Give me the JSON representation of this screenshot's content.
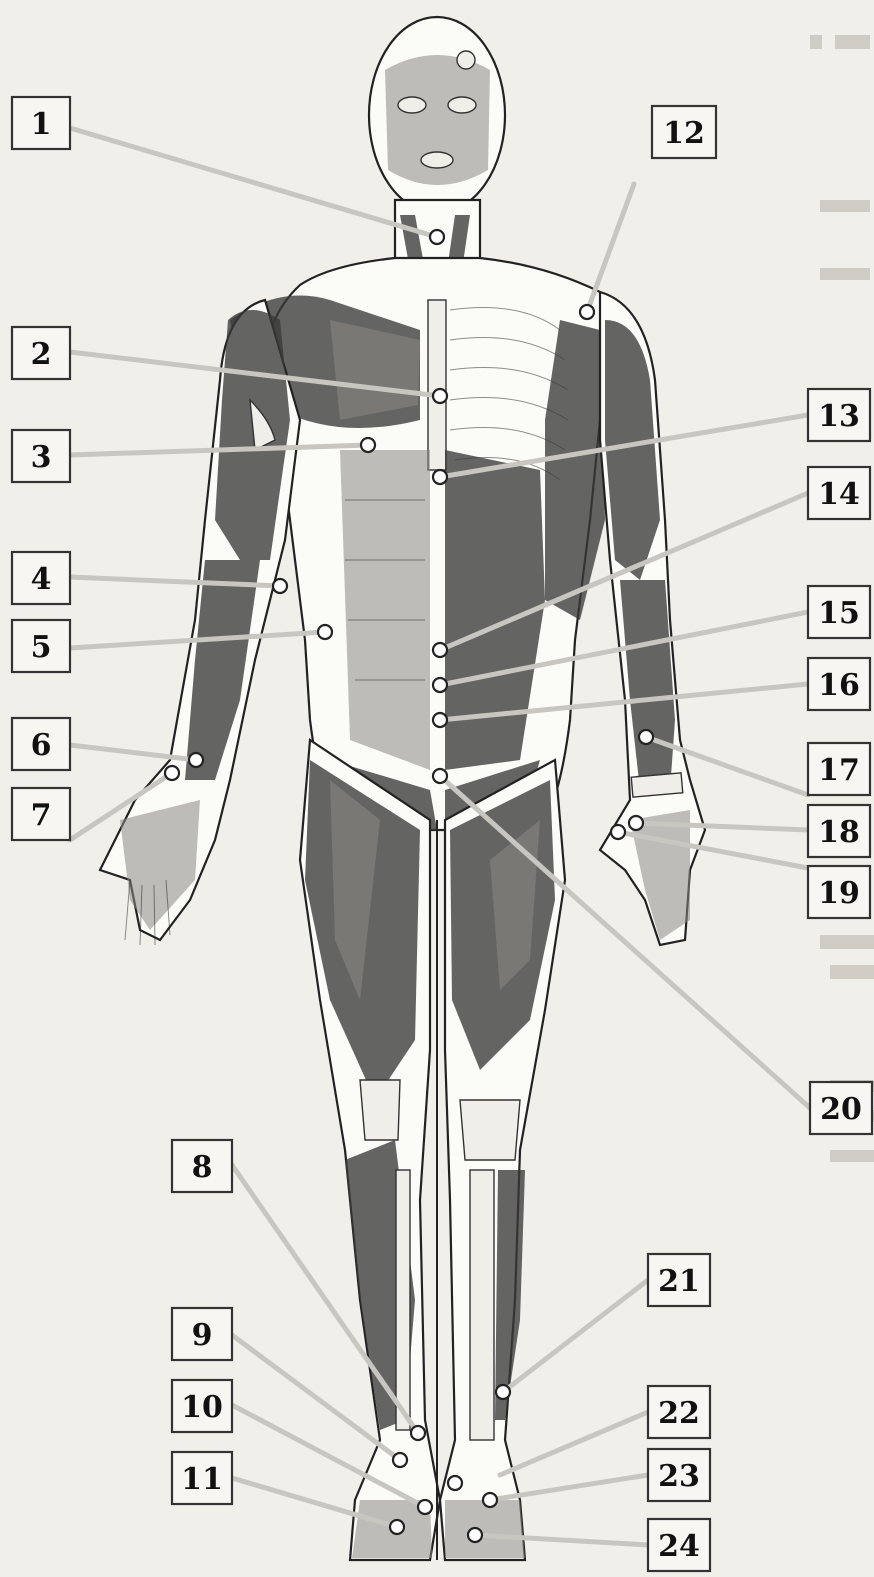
{
  "figure": {
    "labels": [
      "1",
      "2",
      "3",
      "4",
      "5",
      "6",
      "7",
      "8",
      "9",
      "10",
      "11",
      "12",
      "13",
      "14",
      "15",
      "16",
      "17",
      "18",
      "19",
      "20",
      "21",
      "22",
      "23",
      "24"
    ]
  }
}
